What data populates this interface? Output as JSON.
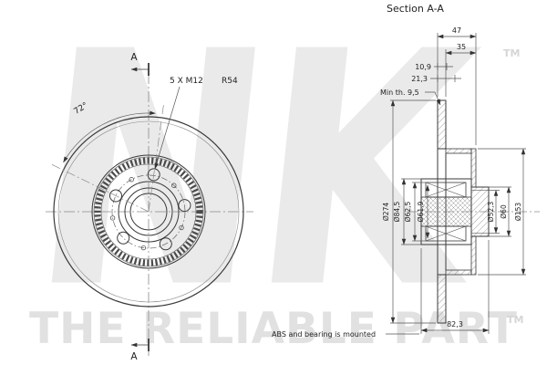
{
  "title": {
    "section_label": "Section A-A"
  },
  "watermark": {
    "brand": "NK",
    "tagline": "THE RELIABLE PART",
    "tm": "TM"
  },
  "front_view": {
    "bolt_spec": "5 X M12",
    "bolt_radius": "R54",
    "bolt_angle": "72°",
    "section_marker": "A"
  },
  "section_view": {
    "note": "ABS and bearing is mounted",
    "dims": {
      "total_width": "47",
      "hat_depth": "35",
      "offset_1": "10,9",
      "offset_2": "21,3",
      "min_thickness": "Min th. 9,5",
      "outer_dia": "Ø274",
      "bearing_dia": "Ø84,5",
      "race_outer_dia": "Ø62,5",
      "race_inner_dia": "Ø61,9",
      "bore_dia": "Ø52,3",
      "hub_dia": "Ø60",
      "hat_dia": "Ø153",
      "hub_length": "82,3"
    }
  }
}
